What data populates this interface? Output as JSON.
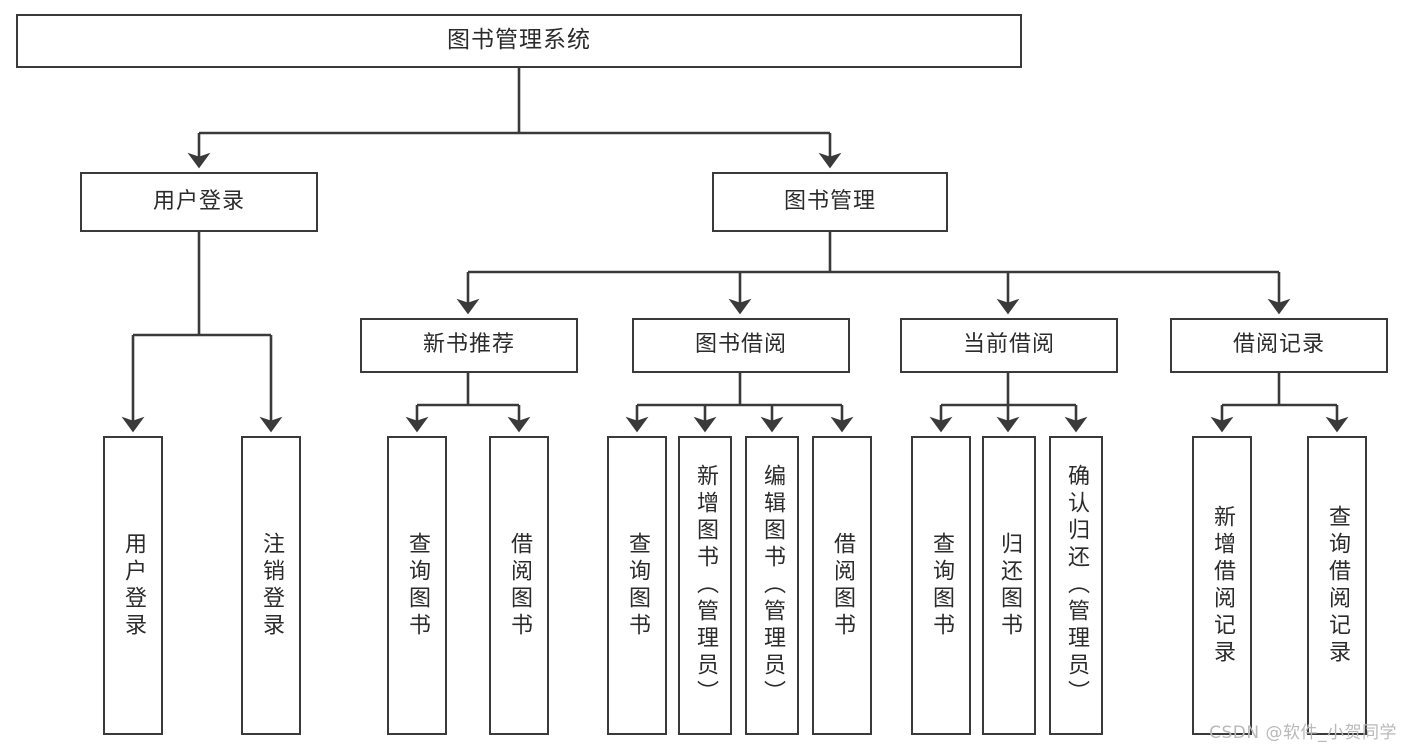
{
  "diagram": {
    "type": "tree-hierarchy",
    "title": "图书管理系统",
    "orientation": "top-down",
    "colors": {
      "box_stroke": "#3a3a3a",
      "box_fill": "#ffffff",
      "connector": "#3a3a3a",
      "text": "#2b2b2b",
      "watermark": "#b9b9b9"
    },
    "root": {
      "label": "图书管理系统"
    },
    "level1": [
      {
        "id": "user-login",
        "label": "用户登录"
      },
      {
        "id": "book-manage",
        "label": "图书管理"
      }
    ],
    "level2": [
      {
        "id": "new-book-recommend",
        "label": "新书推荐",
        "parent": "book-manage"
      },
      {
        "id": "book-borrow",
        "label": "图书借阅",
        "parent": "book-manage"
      },
      {
        "id": "current-borrow",
        "label": "当前借阅",
        "parent": "book-manage"
      },
      {
        "id": "borrow-record",
        "label": "借阅记录",
        "parent": "book-manage"
      }
    ],
    "leaves": [
      {
        "id": "leaf-user-login",
        "label": "用户登录",
        "parent": "user-login"
      },
      {
        "id": "leaf-user-logout",
        "label": "注销登录",
        "parent": "user-login"
      },
      {
        "id": "leaf-query-book-1",
        "label": "查询图书",
        "parent": "new-book-recommend"
      },
      {
        "id": "leaf-borrow-book-1",
        "label": "借阅图书",
        "parent": "new-book-recommend"
      },
      {
        "id": "leaf-query-book-2",
        "label": "查询图书",
        "parent": "book-borrow"
      },
      {
        "id": "leaf-add-book",
        "label": "新增图书（管理员）",
        "parent": "book-borrow"
      },
      {
        "id": "leaf-edit-book",
        "label": "编辑图书（管理员）",
        "parent": "book-borrow"
      },
      {
        "id": "leaf-borrow-book-2",
        "label": "借阅图书",
        "parent": "book-borrow"
      },
      {
        "id": "leaf-query-book-3",
        "label": "查询图书",
        "parent": "current-borrow"
      },
      {
        "id": "leaf-return-book",
        "label": "归还图书",
        "parent": "current-borrow"
      },
      {
        "id": "leaf-confirm-return",
        "label": "确认归还（管理员）",
        "parent": "current-borrow"
      },
      {
        "id": "leaf-add-record",
        "label": "新增借阅记录",
        "parent": "borrow-record"
      },
      {
        "id": "leaf-query-record",
        "label": "查询借阅记录",
        "parent": "borrow-record"
      }
    ]
  },
  "watermark": {
    "text": "CSDN @软件_小贺同学"
  }
}
